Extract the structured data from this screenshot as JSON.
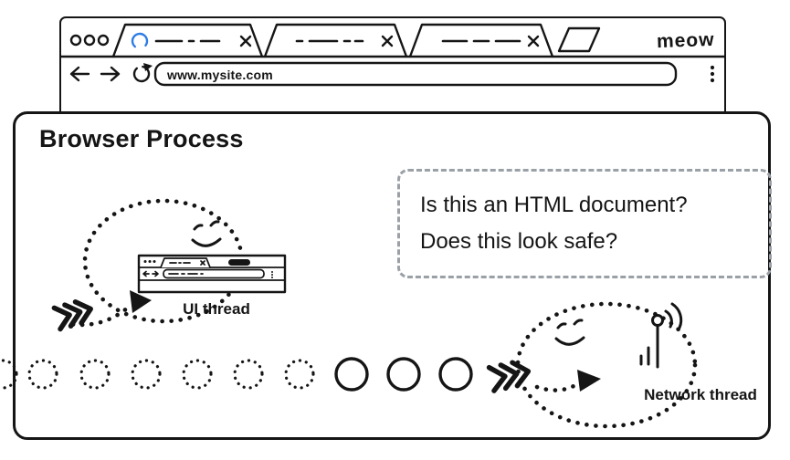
{
  "colors": {
    "ink": "#151515",
    "spinner_blue": "#2e7ce5",
    "bubble_border": "#9aa0a6"
  },
  "browser": {
    "logo": "meow",
    "url": "www.mysite.com",
    "tab_count": 3,
    "icons": {
      "window_buttons": "three-circles",
      "tab_spinner": "blue-loading-arc",
      "tab_close": "x",
      "new_tab": "slanted-parallelogram",
      "back": "left-arrow",
      "forward": "right-arrow",
      "reload": "circular-arrow",
      "menu": "vertical-ellipsis"
    }
  },
  "process": {
    "title": "Browser Process"
  },
  "bubble": {
    "lines": [
      "Is this an HTML document?",
      "Does this look safe?"
    ]
  },
  "threads": {
    "ui_label": "UI thread",
    "network_label": "Network thread"
  }
}
